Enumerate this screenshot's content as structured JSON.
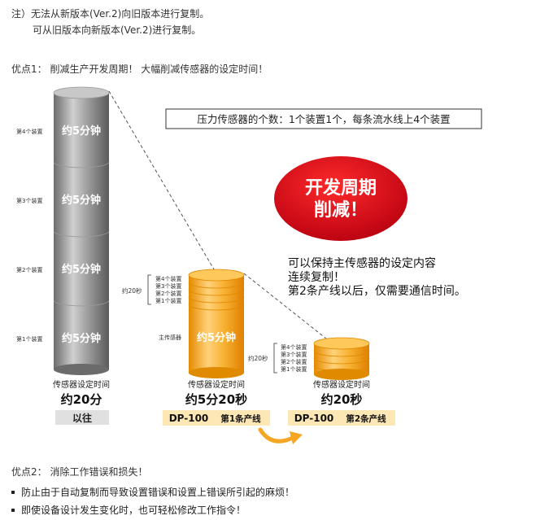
{
  "note": {
    "line1": "注）无法从新版本(Ver.2)向旧版本进行复制。",
    "line2": "可从旧版本向新版本(Ver.2)进行复制。"
  },
  "point1": {
    "title": "优点1：  削减生产开发周期！  大幅削减传感器的设定时间！"
  },
  "figure": {
    "info_box": "压力传感器的个数：1个装置1个，每条流水线上4个装置",
    "badge_line1": "开发周期",
    "badge_line2": "削减！",
    "desc_line1": "可以保持主传感器的设定内容",
    "desc_line2": "连续复制！",
    "desc_line3": "第2条产线以后，仅需要通信时间。",
    "tall_labels": [
      "第4个装置",
      "第3个装置",
      "第2个装置",
      "第1个装置"
    ],
    "tall_segment": "约5分钟",
    "mid_stack_labels": [
      "第4个装置",
      "第3个装置",
      "第2个装置",
      "第1个装置"
    ],
    "mid_brace": "约20秒",
    "mid_main_label": "主传感器",
    "mid_segment": "约5分钟",
    "small_stack_labels": [
      "第4个装置",
      "第3个装置",
      "第2个装置",
      "第1个装置"
    ],
    "small_brace": "约20秒",
    "col1_caption": "传感器设定时间",
    "col1_value": "约20分",
    "col1_tag": "以往",
    "col2_caption": "传感器设定时间",
    "col2_value": "约5分20秒",
    "col2_tag_model": "DP-100",
    "col2_tag_line": "第1条产线",
    "col3_caption": "传感器设定时间",
    "col3_value": "约20秒",
    "col3_tag_model": "DP-100",
    "col3_tag_line": "第2条产线",
    "colors": {
      "gray": "#8a8a8a",
      "orange": "#f5a623",
      "red": "#d9001b"
    }
  },
  "point2": {
    "title": "优点2：  消除工作错误和损失！",
    "bullets": [
      "防止由于自动复制而导致设置错误和设置上错误所引起的麻烦！",
      "即使设备设计发生变化时，也可轻松修改工作指令！"
    ]
  }
}
